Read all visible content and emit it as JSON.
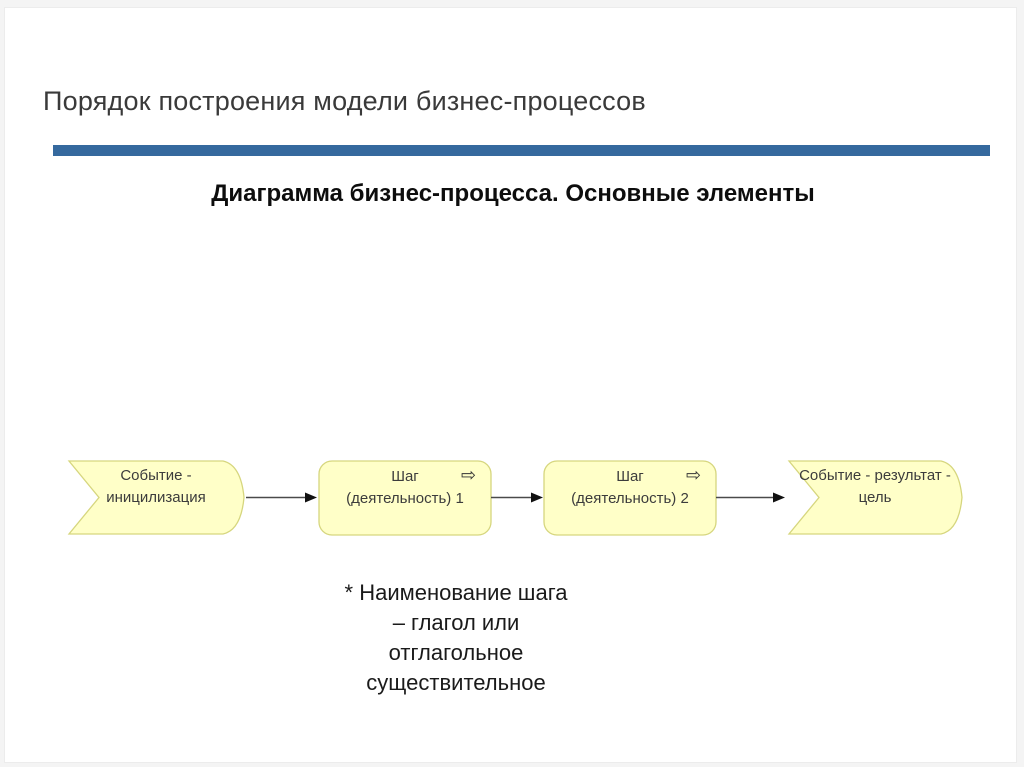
{
  "colors": {
    "accent": "#35699E",
    "shape-fill": "#FFFFC8",
    "shape-stroke": "#D6D67E",
    "connector": "#4a4a4a",
    "arrowhead": "#111111",
    "title": "#3a3a3a",
    "diagram-text": "#3c3c3c"
  },
  "slide": {
    "title": "Порядок построения модели бизнес-процессов",
    "subtitle": "Диаграмма бизнес-процесса. Основные элементы"
  },
  "diagram": {
    "shapes": [
      {
        "id": "event-initiation",
        "type": "event",
        "label": "Событие -\nиницилизация"
      },
      {
        "id": "step-1",
        "type": "step",
        "label": "Шаг\n(деятельность) 1",
        "icon": "⇨"
      },
      {
        "id": "step-2",
        "type": "step",
        "label": "Шаг\n(деятельность) 2",
        "icon": "⇨"
      },
      {
        "id": "event-result",
        "type": "event",
        "label": "Событие - результат -\nцель"
      }
    ]
  },
  "note": {
    "text": "* Наименование шага\n– глагол или\nотглагольное\nсуществительное"
  }
}
